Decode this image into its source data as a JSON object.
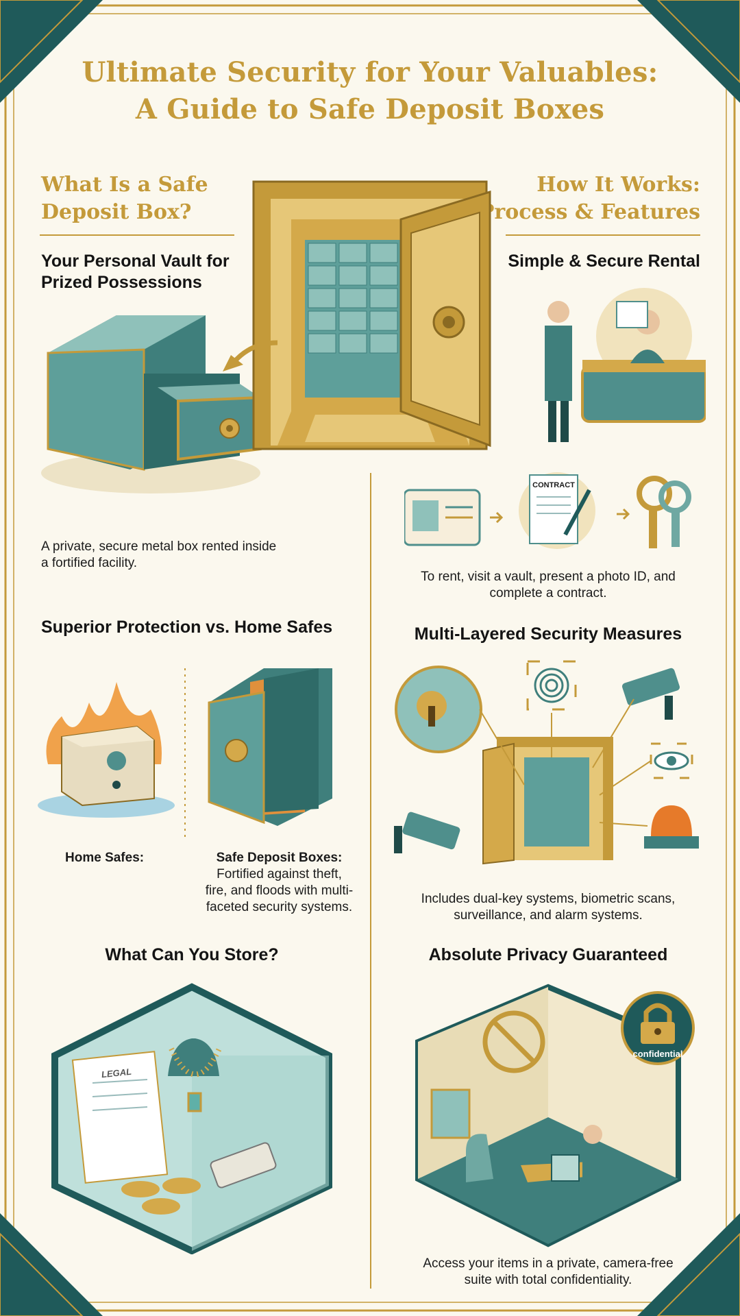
{
  "title": {
    "line1": "Ultimate Security for Your Valuables:",
    "line2": "A Guide to Safe Deposit Boxes"
  },
  "what_is": {
    "heading_line1": "What Is a Safe",
    "heading_line2": "Deposit Box?",
    "subheading_line1": "Your Personal Vault for",
    "subheading_line2": "Prized Possessions",
    "description_line1": "A private, secure metal box rented inside",
    "description_line2": "a fortified facility."
  },
  "how_it_works": {
    "heading_line1": "How It Works:",
    "heading_line2": "Process & Features",
    "subheading": "Simple & Secure Rental",
    "contract_label": "CONTRACT",
    "description_line1": "To rent, visit a vault, present a photo ID, and",
    "description_line2": "complete a contract."
  },
  "protection": {
    "heading": "Superior Protection vs. Home Safes",
    "home_safes_label": "Home Safes:",
    "deposit_label": "Safe Deposit Boxes:",
    "deposit_desc_line1": "Fortified against theft,",
    "deposit_desc_line2": "fire, and floods with multi-",
    "deposit_desc_line3": "faceted security systems."
  },
  "security": {
    "heading": "Multi-Layered Security Measures",
    "description_line1": "Includes dual-key systems, biometric scans,",
    "description_line2": "surveillance, and alarm systems."
  },
  "store": {
    "heading": "What Can You Store?",
    "legal_label": "LEGAL"
  },
  "privacy": {
    "heading": "Absolute Privacy Guaranteed",
    "badge": "confidential",
    "description_line1": "Access your items in a private, camera-free",
    "description_line2": "suite with total confidentiality."
  },
  "icons": [
    "safe-box-icon",
    "vault-door-icon",
    "rental-desk-icon",
    "id-card-icon",
    "contract-icon",
    "keys-icon",
    "burning-safe-icon",
    "layered-safe-icon",
    "key-lock-icon",
    "fingerprint-icon",
    "camera-icon",
    "eye-icon",
    "alarm-icon",
    "jewelry-case-icon",
    "padlock-icon",
    "privacy-room-icon"
  ],
  "colors": {
    "gold": "#c49a3a",
    "teal": "#4f8f8c",
    "dark_teal": "#1f5a5a",
    "background": "#fbf8ee"
  }
}
